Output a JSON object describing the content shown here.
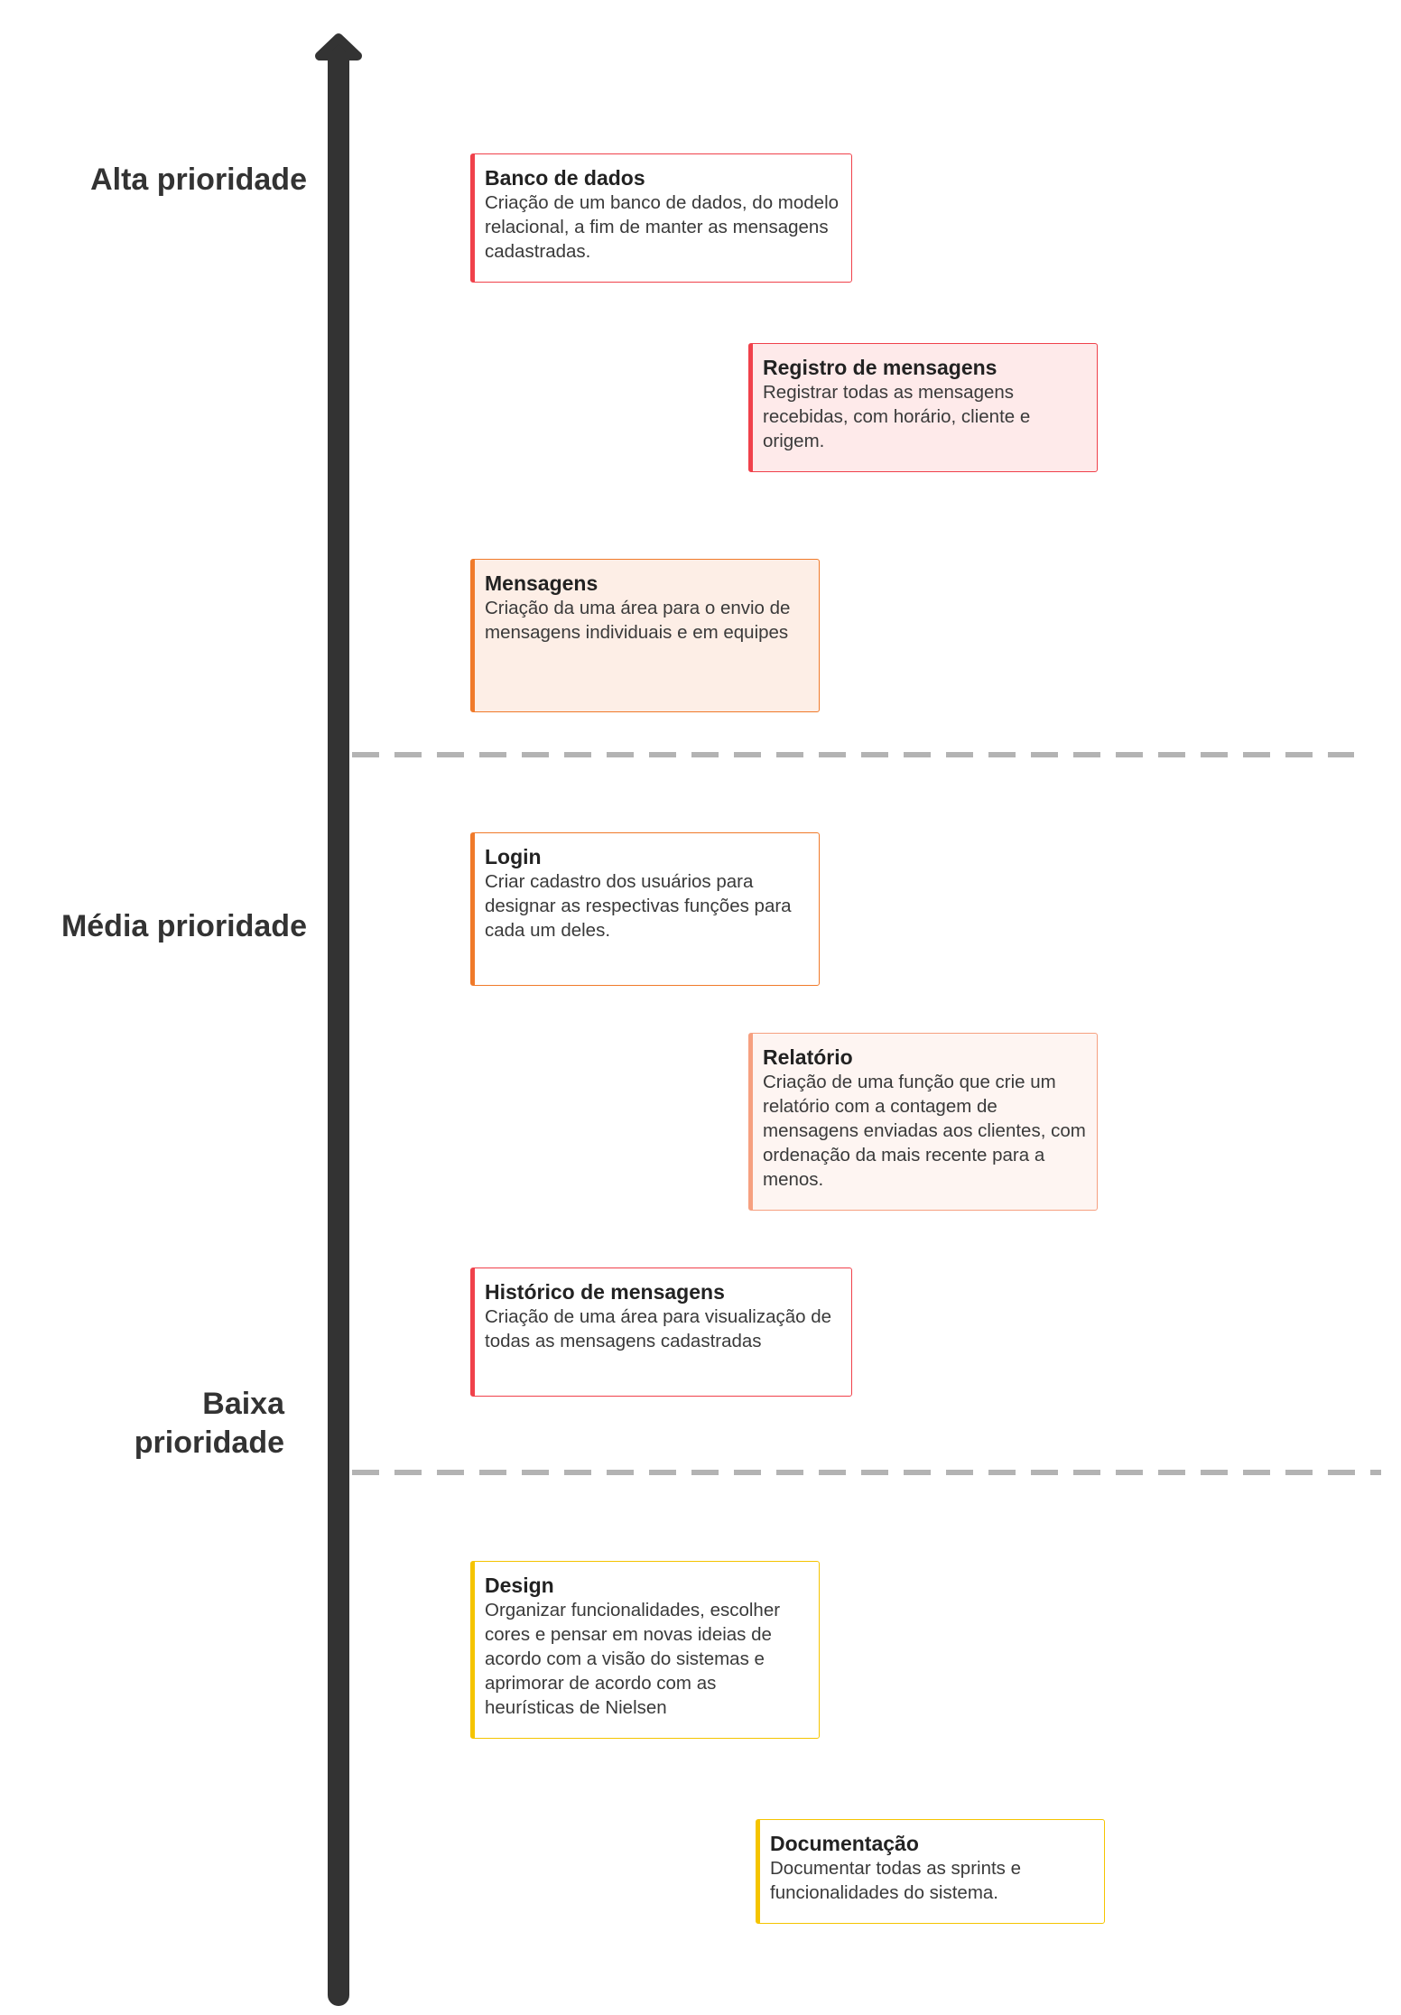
{
  "priorities": {
    "high": "Alta prioridade",
    "medium": "Média prioridade",
    "low": "Baixa prioridade"
  },
  "colors": {
    "axis": "#333333",
    "divider": "#b3b3b3",
    "red": "#f0414b",
    "orange": "#f07a2a",
    "salmon": "#f6a080",
    "yellow": "#f5c400"
  },
  "tasks": [
    {
      "title": "Banco de dados",
      "description": "Criação de um banco de dados, do modelo relacional, a fim de manter as mensagens cadastradas."
    },
    {
      "title": "Registro de mensagens",
      "description": "Registrar todas as mensagens recebidas, com horário, cliente e origem."
    },
    {
      "title": "Mensagens",
      "description": "Criação da uma área para o envio de mensagens individuais e em equipes"
    },
    {
      "title": "Login",
      "description": "Criar cadastro dos usuários para designar as respectivas funções para cada um deles."
    },
    {
      "title": "Relatório",
      "description": "Criação de uma função que crie um relatório com a contagem de mensagens enviadas aos clientes, com ordenação da mais recente para a menos."
    },
    {
      "title": "Histórico de mensagens",
      "description": "Criação de uma área para visualização de todas as mensagens cadastradas"
    },
    {
      "title": "Design",
      "description": "Organizar funcionalidades, escolher cores e pensar em novas ideias de acordo com a visão do sistemas e aprimorar de acordo com as heurísticas de Nielsen"
    },
    {
      "title": "Documentação",
      "description": "Documentar todas as sprints e funcionalidades do sistema."
    }
  ]
}
